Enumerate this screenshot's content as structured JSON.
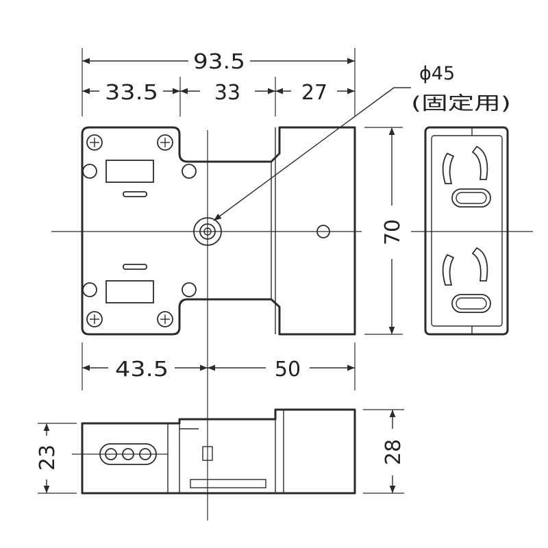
{
  "dimensions": {
    "overall_width": "93.5",
    "left_segment": "33.5",
    "middle_segment": "33",
    "right_segment": "27",
    "lower_left": "43.5",
    "lower_right": "50",
    "height_front": "70",
    "height_side_small": "23",
    "height_side_large": "28"
  },
  "note": {
    "diameter": "ϕ45",
    "usage": "(固定用)"
  }
}
